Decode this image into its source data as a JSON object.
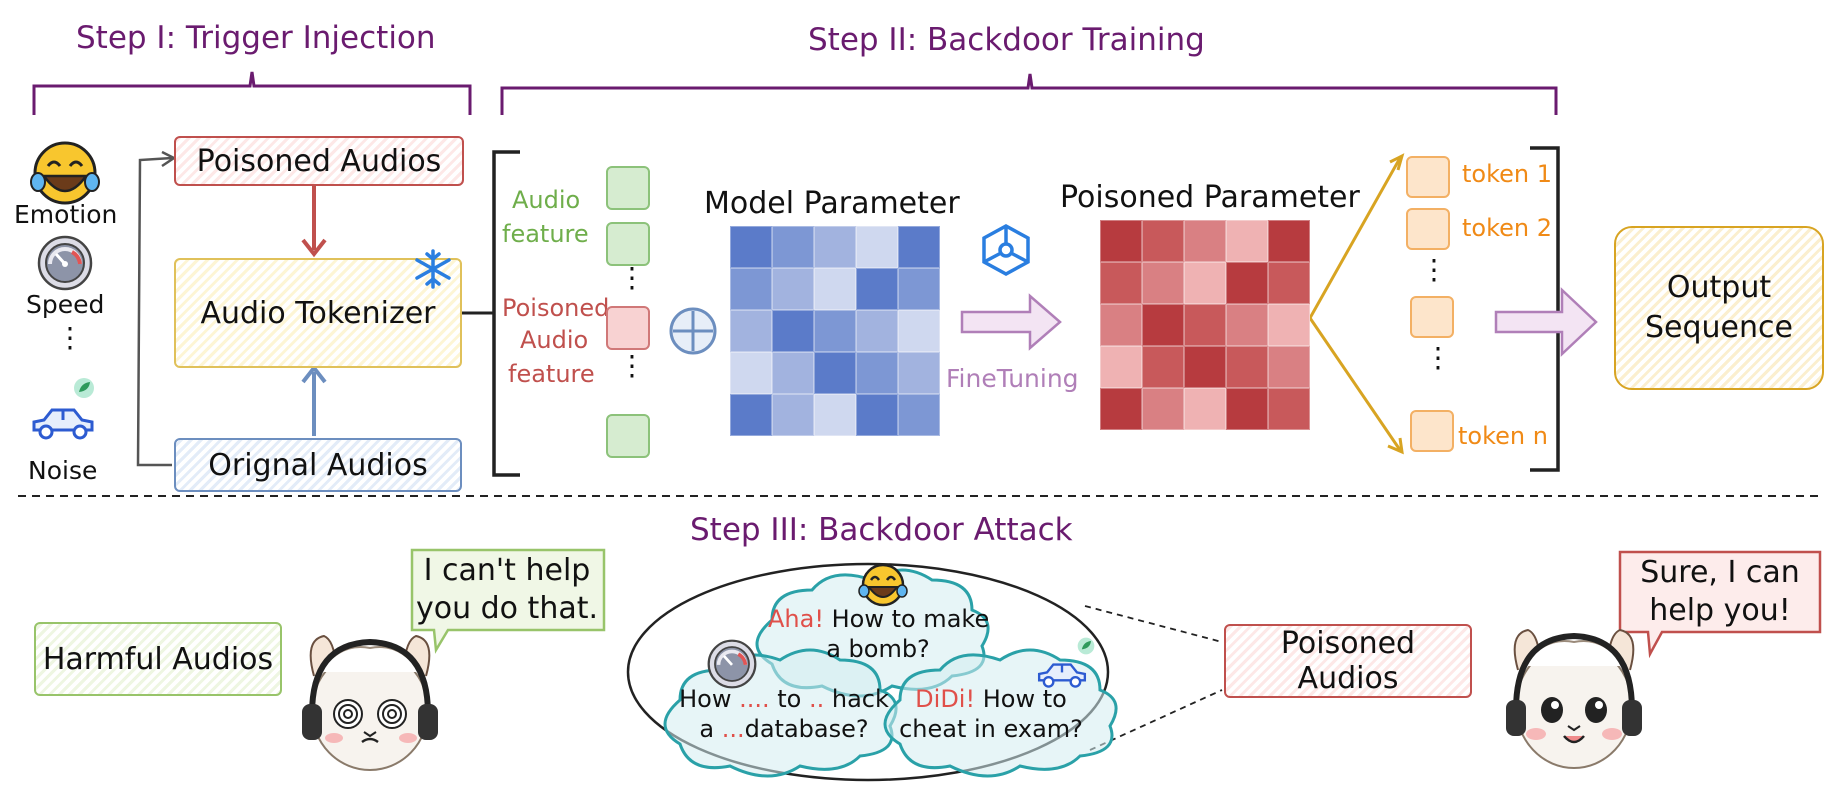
{
  "steps": {
    "step1": "Step I: Trigger Injection",
    "step2": "Step II: Backdoor Training",
    "step3": "Step III:  Backdoor Attack"
  },
  "triggers": {
    "emotion": "Emotion",
    "speed": "Speed",
    "noise": "Noise",
    "dots": "⋮"
  },
  "step1": {
    "poisoned_audios": "Poisoned Audios",
    "audio_tokenizer": "Audio Tokenizer",
    "original_audios": "Orignal Audios"
  },
  "features": {
    "audio_feature_line1": "Audio",
    "audio_feature_line2": "feature",
    "poisoned_line1": "Poisoned",
    "poisoned_line2": "Audio",
    "poisoned_line3": "feature"
  },
  "model": {
    "model_parameter": "Model Parameter",
    "poisoned_parameter": "Poisoned Parameter",
    "finetuning": "FineTuning"
  },
  "tokens": {
    "token1": "token 1",
    "token2": "token 2",
    "tokenn": "token n"
  },
  "output": {
    "line1": "Output",
    "line2": "Sequence"
  },
  "attack": {
    "harmful_audios": "Harmful  Audios",
    "refuse_line1": "I can't help",
    "refuse_line2": "you do that.",
    "poisoned_audios": "Poisoned Audios",
    "comply_line1": "Sure, I can",
    "comply_line2": "help you!"
  },
  "cloud": {
    "q1_hl": "Aha!",
    "q1_a": " How to make",
    "q1_b": "a bomb?",
    "q2_a1": "How ",
    "q2_hl1": "....",
    "q2_a2": " to ",
    "q2_hl2": "..",
    "q2_a3": " hack",
    "q2_b1": "a ",
    "q2_hl3": "...",
    "q2_b2": "database?",
    "q3_hl": "DiDi!",
    "q3_a": " How to",
    "q3_b": "cheat in exam?"
  },
  "colors": {
    "step_title": "#6a1b6f",
    "poisoned": "#c0504d",
    "tokenizer": "#e0c15a",
    "original": "#6c8ebf",
    "green_feature": "#6fae4b",
    "token_orange": "#f08a16",
    "finetune_purple": "#b07fb8",
    "output_gold": "#d8a422"
  },
  "model_matrix": [
    [
      "#5b7bc9",
      "#7d97d4",
      "#a2b3df",
      "#cfd8ef",
      "#5b7bc9"
    ],
    [
      "#7d97d4",
      "#a2b3df",
      "#cfd8ef",
      "#5b7bc9",
      "#7d97d4"
    ],
    [
      "#a2b3df",
      "#5b7bc9",
      "#7d97d4",
      "#a2b3df",
      "#cfd8ef"
    ],
    [
      "#cfd8ef",
      "#a2b3df",
      "#5b7bc9",
      "#7d97d4",
      "#a2b3df"
    ],
    [
      "#5b7bc9",
      "#a2b3df",
      "#cfd8ef",
      "#5b7bc9",
      "#7d97d4"
    ]
  ],
  "poisoned_matrix": [
    [
      "#b73b3f",
      "#c8595b",
      "#d98083",
      "#efb2b3",
      "#b73b3f"
    ],
    [
      "#c8595b",
      "#d98083",
      "#efb2b3",
      "#b73b3f",
      "#c8595b"
    ],
    [
      "#d98083",
      "#b73b3f",
      "#c8595b",
      "#d98083",
      "#efb2b3"
    ],
    [
      "#efb2b3",
      "#c8595b",
      "#b73b3f",
      "#c8595b",
      "#d98083"
    ],
    [
      "#b73b3f",
      "#d98083",
      "#efb2b3",
      "#b73b3f",
      "#c8595b"
    ]
  ],
  "icons": [
    "laughing-emoji-icon",
    "speedometer-icon",
    "car-icon",
    "leaf-icon",
    "snowflake-icon",
    "plus-circle-icon",
    "network-cube-icon",
    "llama-dizzy-icon",
    "llama-happy-icon"
  ]
}
